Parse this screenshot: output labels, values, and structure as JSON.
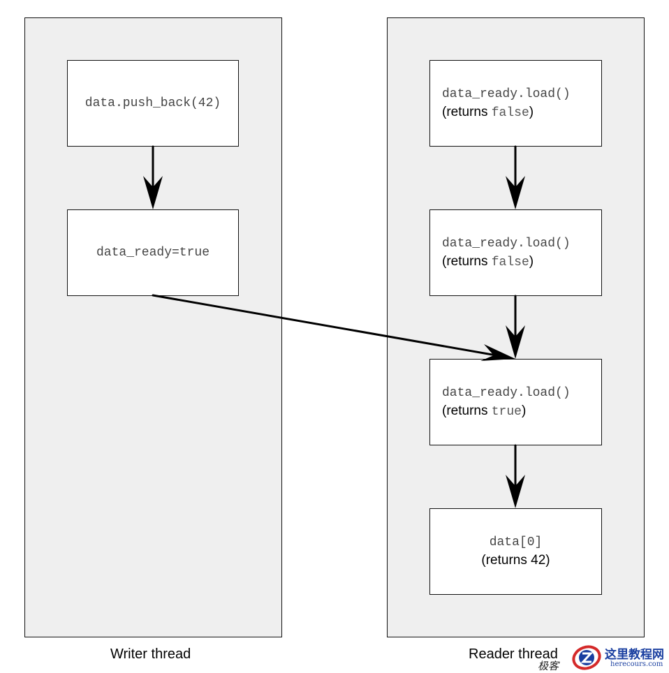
{
  "lanes": {
    "writer": {
      "label": "Writer thread",
      "steps": [
        {
          "code": "data.push_back(42)"
        },
        {
          "code": "data_ready=true"
        }
      ]
    },
    "reader": {
      "label": "Reader thread",
      "steps": [
        {
          "code": "data_ready.load()",
          "note_prefix": "(returns ",
          "note_code": "false",
          "note_suffix": ")"
        },
        {
          "code": "data_ready.load()",
          "note_prefix": "(returns ",
          "note_code": "false",
          "note_suffix": ")"
        },
        {
          "code": "data_ready.load()",
          "note_prefix": "(returns ",
          "note_code": "true",
          "note_suffix": ")"
        },
        {
          "code": "data[0]",
          "note": "(returns 42)"
        }
      ]
    }
  },
  "watermark": {
    "site_name": "这里教程网",
    "site_url": "herecours.com",
    "brand": "极客"
  },
  "colors": {
    "lane_fill": "#efefef",
    "box_fill": "#ffffff",
    "stroke": "#111111",
    "watermark_blue": "#1a3fa0",
    "watermark_red": "#d42a2a"
  }
}
